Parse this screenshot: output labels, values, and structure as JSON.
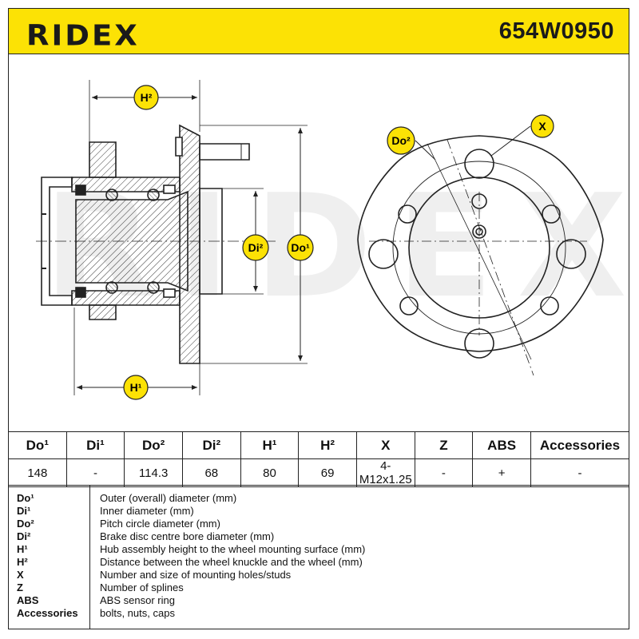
{
  "header": {
    "brand": "RIDEX",
    "part_number": "654W0950",
    "background_color": "#fce205"
  },
  "drawing": {
    "watermark": "RIDEX",
    "labels": {
      "h2": "H²",
      "h1": "H¹",
      "di2": "Di²",
      "do1": "Do¹",
      "do2": "Do²",
      "x": "X"
    },
    "label_bg_color": "#fce205"
  },
  "spec_table": {
    "headers": [
      "Do¹",
      "Di¹",
      "Do²",
      "Di²",
      "H¹",
      "H²",
      "X",
      "Z",
      "ABS",
      "Accessories"
    ],
    "values": [
      "148",
      "-",
      "114.3",
      "68",
      "80",
      "69",
      "4-M12x1.25",
      "-",
      "+",
      "-"
    ]
  },
  "legend": [
    {
      "key": "Do¹",
      "desc": "Outer (overall) diameter (mm)"
    },
    {
      "key": "Di¹",
      "desc": "Inner diameter (mm)"
    },
    {
      "key": "Do²",
      "desc": "Pitch circle diameter (mm)"
    },
    {
      "key": "Di²",
      "desc": "Brake disc centre bore diameter (mm)"
    },
    {
      "key": "H¹",
      "desc": "Hub assembly height to the wheel mounting surface (mm)"
    },
    {
      "key": "H²",
      "desc": "Distance between the wheel knuckle and the wheel (mm)"
    },
    {
      "key": "X",
      "desc": "Number and size of mounting holes/studs"
    },
    {
      "key": "Z",
      "desc": "Number of splines"
    },
    {
      "key": "ABS",
      "desc": "ABS sensor ring"
    },
    {
      "key": "Accessories",
      "desc": "bolts, nuts, caps"
    }
  ]
}
